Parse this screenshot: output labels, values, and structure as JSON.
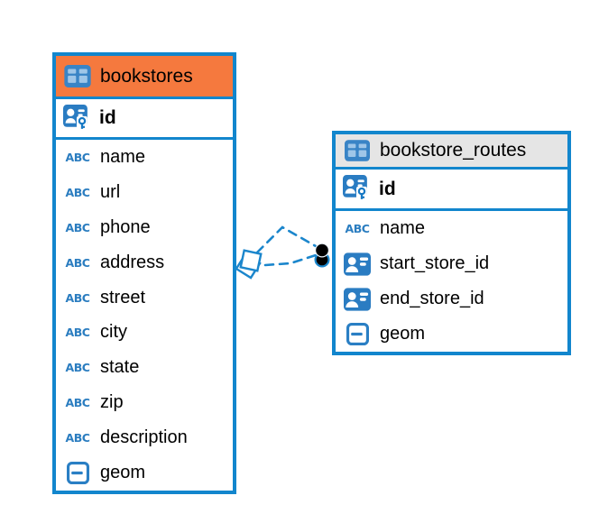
{
  "diagram": {
    "left_table": {
      "title": "bookstores",
      "header_bg": "#f5793e",
      "pk": {
        "name": "id",
        "icon": "primary-key-icon"
      },
      "columns": [
        {
          "name": "name",
          "icon": "text-icon"
        },
        {
          "name": "url",
          "icon": "text-icon"
        },
        {
          "name": "phone",
          "icon": "text-icon"
        },
        {
          "name": "address",
          "icon": "text-icon"
        },
        {
          "name": "street",
          "icon": "text-icon"
        },
        {
          "name": "city",
          "icon": "text-icon"
        },
        {
          "name": "state",
          "icon": "text-icon"
        },
        {
          "name": "zip",
          "icon": "text-icon"
        },
        {
          "name": "description",
          "icon": "text-icon"
        },
        {
          "name": "geom",
          "icon": "geometry-icon"
        }
      ]
    },
    "right_table": {
      "title": "bookstore_routes",
      "header_bg": "#e5e5e5",
      "pk": {
        "name": "id",
        "icon": "primary-key-icon"
      },
      "columns": [
        {
          "name": "name",
          "icon": "text-icon"
        },
        {
          "name": "start_store_id",
          "icon": "foreign-key-icon"
        },
        {
          "name": "end_store_id",
          "icon": "foreign-key-icon"
        },
        {
          "name": "geom",
          "icon": "geometry-icon"
        }
      ]
    },
    "relationship": {
      "line_style": "dashed",
      "from_marker": "stacked-diamond",
      "to_marker": "stacked-dot",
      "color": "#1b86cc"
    },
    "icons": {
      "text_label": "ABC",
      "table_icon": "table-icon"
    },
    "colors": {
      "accent": "#1286cd",
      "orange_header": "#f5793e",
      "gray_header": "#e5e5e5",
      "icon_blue": "#2a7cc2"
    }
  }
}
